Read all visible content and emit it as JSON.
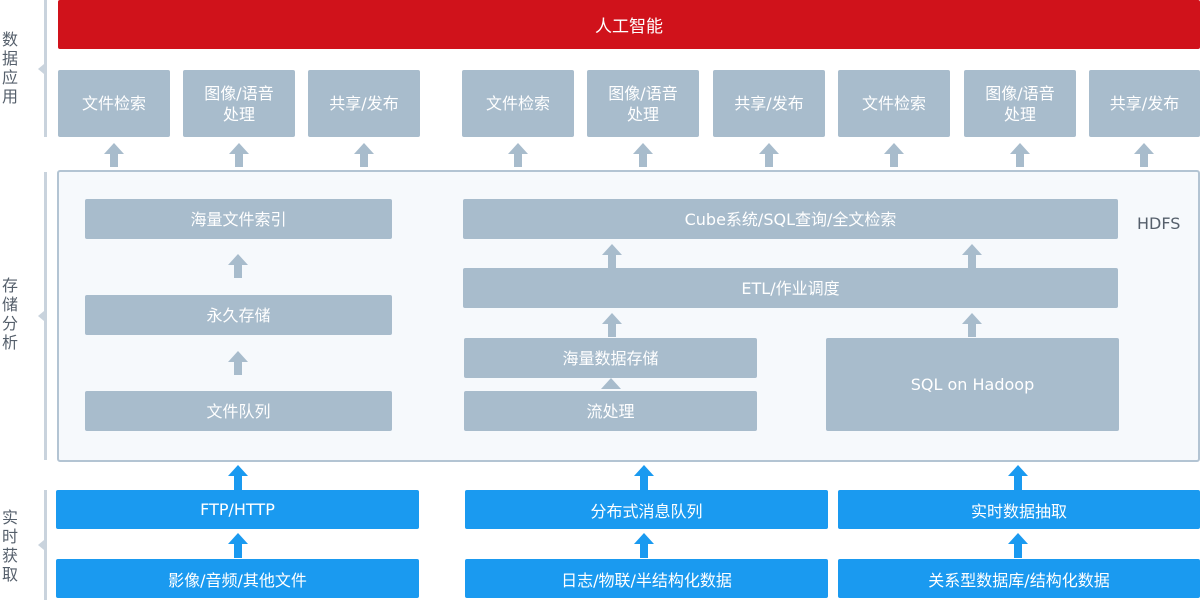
{
  "side_labels": {
    "application": "数据应用",
    "storage": "存储分析",
    "acquisition": "实时获取"
  },
  "top_banner": "人工智能",
  "app_boxes": [
    "文件检索",
    "图像/语音处理",
    "共享/发布",
    "文件检索",
    "图像/语音处理",
    "共享/发布",
    "文件检索",
    "图像/语音处理",
    "共享/发布"
  ],
  "storage": {
    "hdfs_label": "HDFS",
    "left_column": {
      "index": "海量文件索引",
      "persistent": "永久存储",
      "queue": "文件队列"
    },
    "right_column": {
      "query": "Cube系统/SQL查询/全文检索",
      "etl": "ETL/作业调度",
      "mass_storage": "海量数据存储",
      "stream": "流处理",
      "sql_on_hadoop": "SQL on Hadoop"
    }
  },
  "acquisition": {
    "channels": [
      "FTP/HTTP",
      "分布式消息队列",
      "实时数据抽取"
    ],
    "sources": [
      "影像/音频/其他文件",
      "日志/物联/半结构化数据",
      "关系型数据库/结构化数据"
    ]
  },
  "colors": {
    "red": "#d0121b",
    "gray_box": "#a8bccc",
    "blue_box": "#1a9af0",
    "panel_border": "#b3c4d3"
  }
}
